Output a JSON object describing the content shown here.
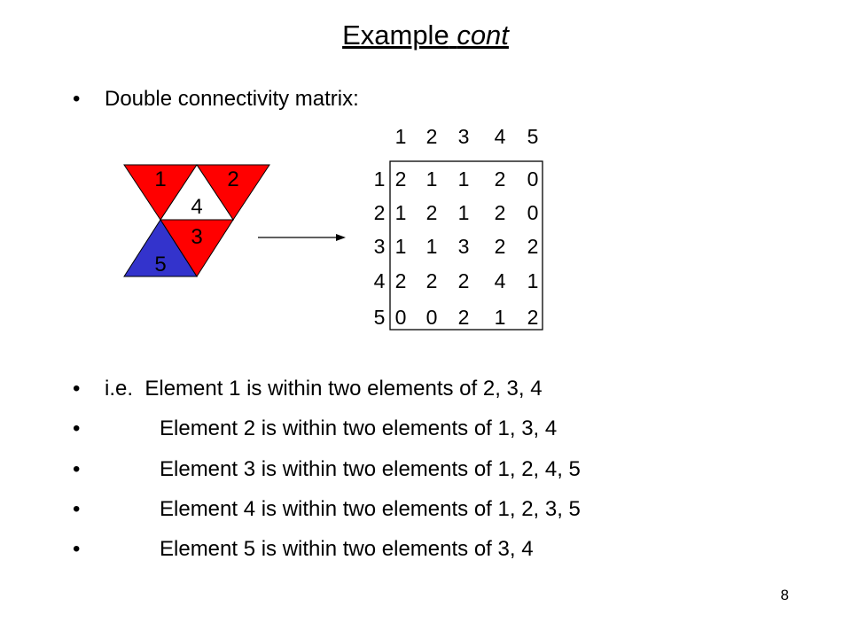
{
  "slide": {
    "title_main": "Example",
    "title_italic": "cont",
    "intro": "Double connectivity matrix:",
    "ie_prefix": "i.e.",
    "lines": [
      "Element 1 is within two elements of 2, 3, 4",
      "Element 2 is within two elements of 1, 3, 4",
      "Element 3 is within two elements of 1, 2, 4, 5",
      "Element 4 is within two elements of 1, 2, 3, 5",
      "Element 5 is within two elements of 3, 4"
    ],
    "page_number": "8"
  },
  "mesh": {
    "elements": [
      {
        "label": "1",
        "color": "#ff0000"
      },
      {
        "label": "2",
        "color": "#ff0000"
      },
      {
        "label": "3",
        "color": "#ff0000"
      },
      {
        "label": "4",
        "color": "#ffffff"
      },
      {
        "label": "5",
        "color": "#3333cc"
      }
    ]
  },
  "matrix": {
    "col_headers": [
      "1",
      "2",
      "3",
      "4",
      "5"
    ],
    "row_headers": [
      "1",
      "2",
      "3",
      "4",
      "5"
    ],
    "rows": [
      [
        2,
        1,
        1,
        2,
        0
      ],
      [
        1,
        2,
        1,
        2,
        0
      ],
      [
        1,
        1,
        3,
        2,
        2
      ],
      [
        2,
        2,
        2,
        4,
        1
      ],
      [
        0,
        0,
        2,
        1,
        2
      ]
    ]
  }
}
